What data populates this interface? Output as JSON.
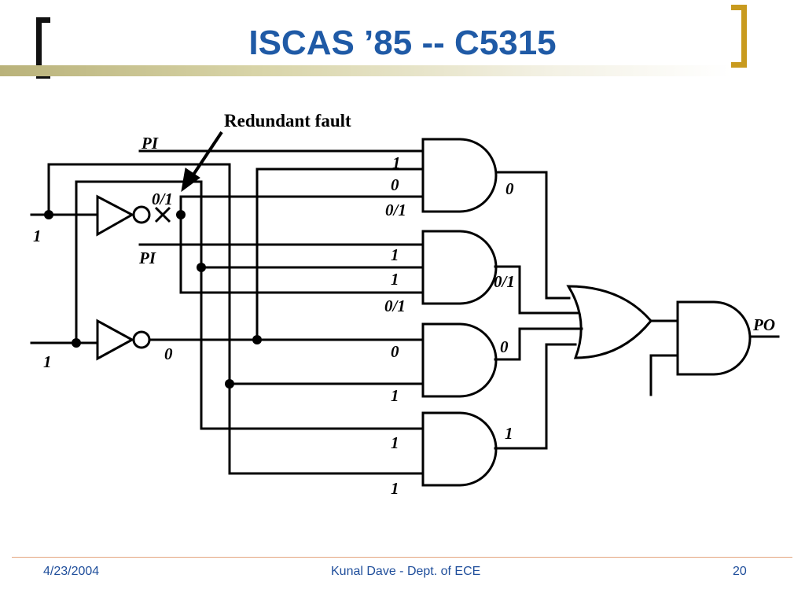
{
  "title": "ISCAS ’85 -- C5315",
  "colors": {
    "title": "#1f5aa6",
    "left_bracket": "#111111",
    "right_bracket": "#c89a1e",
    "footer_text": "#1f4e9b",
    "footer_rule": "#e3a57e"
  },
  "diagram": {
    "callout": "Redundant fault",
    "inputs": {
      "pi_top": "PI",
      "pi_mid": "PI",
      "in1_value": "1",
      "in2_value": "1",
      "po": "PO"
    },
    "nodes": {
      "inv1_fault": "0/1",
      "inv2_out": "0"
    },
    "gate1": {
      "in": [
        "1",
        "0",
        "0/1"
      ],
      "out": "0"
    },
    "gate2": {
      "in": [
        "1",
        "1",
        "0/1"
      ],
      "out": "0/1"
    },
    "gate3": {
      "in": [
        "0",
        "1"
      ],
      "out": "0"
    },
    "gate4": {
      "in": [
        "1",
        "1"
      ],
      "out": "1"
    }
  },
  "footer": {
    "date": "4/23/2004",
    "author": "Kunal Dave - Dept. of ECE",
    "page": "20"
  }
}
